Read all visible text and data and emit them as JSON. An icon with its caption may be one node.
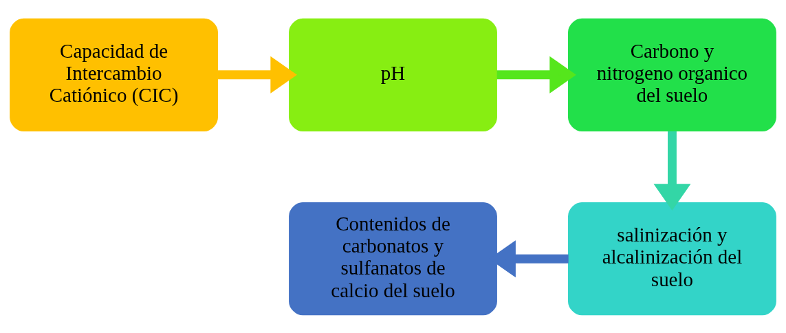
{
  "diagram": {
    "nodes": [
      {
        "text": [
          "Capacidad de Intercambio Catiónico (CIC)"
        ]
      },
      {
        "text": [
          "pH"
        ]
      },
      {
        "text": [
          "Carbono y nitrogeno organico del suelo"
        ]
      },
      {
        "text": [
          "Contenidos de carbonatos y sulfanatos de calcio del suelo"
        ]
      },
      {
        "text": [
          "salinización y alcalinización del suelo"
        ]
      }
    ],
    "edges": [
      {
        "from": 0,
        "to": 1,
        "arrow": "to",
        "color": "#ffc000"
      },
      {
        "from": 1,
        "to": 2,
        "arrow": "to",
        "color": "#55e61c"
      },
      {
        "from": 2,
        "to": 4,
        "arrow": "to",
        "color": "#33d6a6"
      },
      {
        "from": 4,
        "to": 3,
        "arrow": "to",
        "color": "#4472c4"
      }
    ]
  }
}
